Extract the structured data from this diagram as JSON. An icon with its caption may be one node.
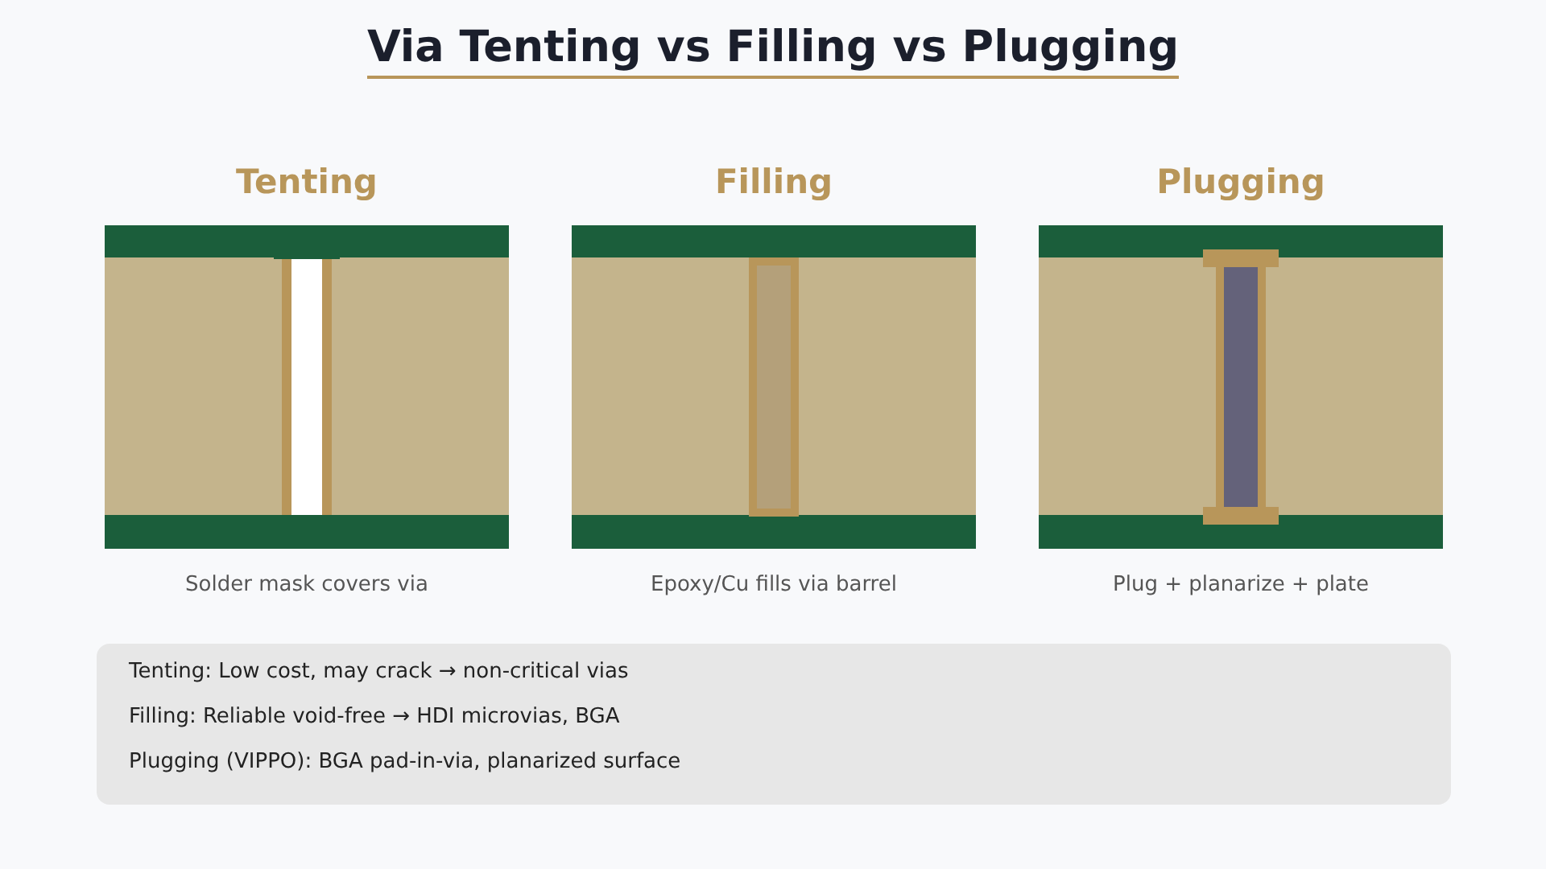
{
  "diagram": {
    "title": "Via Tenting vs Filling vs Plugging",
    "nodes": [
      {
        "text": [
          "Tenting",
          "Solder mask covers via"
        ]
      },
      {
        "text": [
          "Filling",
          "Epoxy/Cu fills via barrel"
        ]
      },
      {
        "text": [
          "Plugging",
          "Plug + planarize + plate"
        ]
      },
      {
        "text": [
          "Tenting: Low cost, may crack → non-critical vias",
          "Filling: Reliable void-free → HDI microvias, BGA",
          "Plugging (VIPPO): BGA pad-in-via, planarized surface"
        ]
      }
    ]
  }
}
